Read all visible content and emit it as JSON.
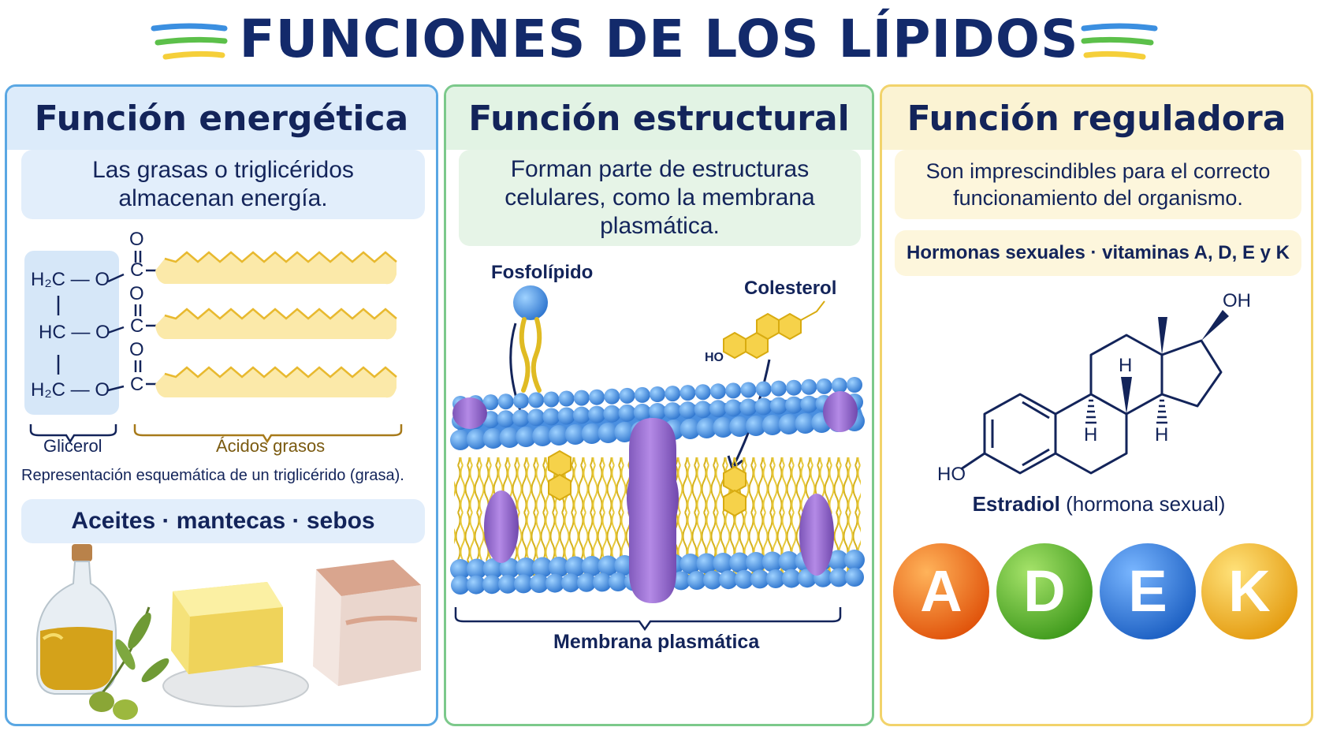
{
  "title": "FUNCIONES DE LOS LÍPIDOS",
  "colors": {
    "navy": "#13245a",
    "blue_panel": "#5aa7e3",
    "green_panel": "#7cc98b",
    "yellow_panel": "#f2d36b",
    "vitamin_a": "#f06a14",
    "vitamin_d": "#5cb82c",
    "vitamin_e": "#2a78d8",
    "vitamin_k": "#f2b41a"
  },
  "energetica": {
    "heading": "Función energética",
    "description": "Las grasas o triglicéridos almacenan energía.",
    "glycerol_rows": [
      "H₂C — O",
      "HC — O",
      "H₂C — O"
    ],
    "carbonyl_o": "O",
    "carbon": "C",
    "glycerol_label": "Glicerol",
    "fatty_acids_label": "Ácidos grasos",
    "caption": "Representación esquemática de un triglicérido (grasa).",
    "examples": "Aceites · mantecas · sebos",
    "food_icons": [
      "olive-oil-bottle-icon",
      "butter-icon",
      "lard-icon"
    ]
  },
  "estructural": {
    "heading": "Función estructural",
    "description": "Forman parte de estructuras celulares, como la membrana plasmática.",
    "phospholipid_label": "Fosfolípido",
    "cholesterol_label": "Colesterol",
    "cholesterol_ho": "HO",
    "membrane_label": "Membrana plasmática"
  },
  "reguladora": {
    "heading": "Función reguladora",
    "description": "Son imprescindibles para el correcto funcionamiento del organismo.",
    "examples": "Hormonas sexuales · vitaminas A, D, E y K",
    "estradiol_oh": "OH",
    "estradiol_ho": "HO",
    "estradiol_h": "H",
    "estradiol_name": "Estradiol",
    "estradiol_note": "(hormona sexual)",
    "vitamins": [
      "A",
      "D",
      "E",
      "K"
    ]
  }
}
